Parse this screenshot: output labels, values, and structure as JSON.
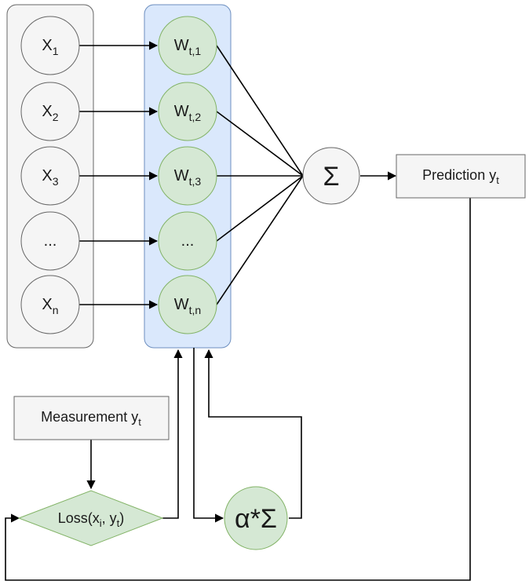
{
  "inputs": [
    {
      "base": "X",
      "sub": "1"
    },
    {
      "base": "X",
      "sub": "2"
    },
    {
      "base": "X",
      "sub": "3"
    },
    {
      "base": "...",
      "sub": ""
    },
    {
      "base": "X",
      "sub": "n"
    }
  ],
  "weights": [
    {
      "base": "W",
      "sub": "t,1"
    },
    {
      "base": "W",
      "sub": "t,2"
    },
    {
      "base": "W",
      "sub": "t,3"
    },
    {
      "base": "...",
      "sub": ""
    },
    {
      "base": "W",
      "sub": "t,n"
    }
  ],
  "sum": {
    "symbol": "Σ"
  },
  "prediction": {
    "base": "Prediction y",
    "sub": "t"
  },
  "measurement": {
    "base": "Measurement y",
    "sub": "t"
  },
  "loss": {
    "pre": "Loss(x",
    "sub1": "i",
    "mid": ", y",
    "sub2": "t",
    "post": ")"
  },
  "update": {
    "symbol": "α*Σ"
  },
  "colors": {
    "input_group_fill": "#f5f5f5",
    "weight_group_fill": "#dae8fc",
    "weight_group_stroke": "#6c8ebf",
    "node_green": "#d5e8d4",
    "node_green_stroke": "#82b366",
    "node_gray": "#f5f5f5",
    "node_gray_stroke": "#666666"
  }
}
